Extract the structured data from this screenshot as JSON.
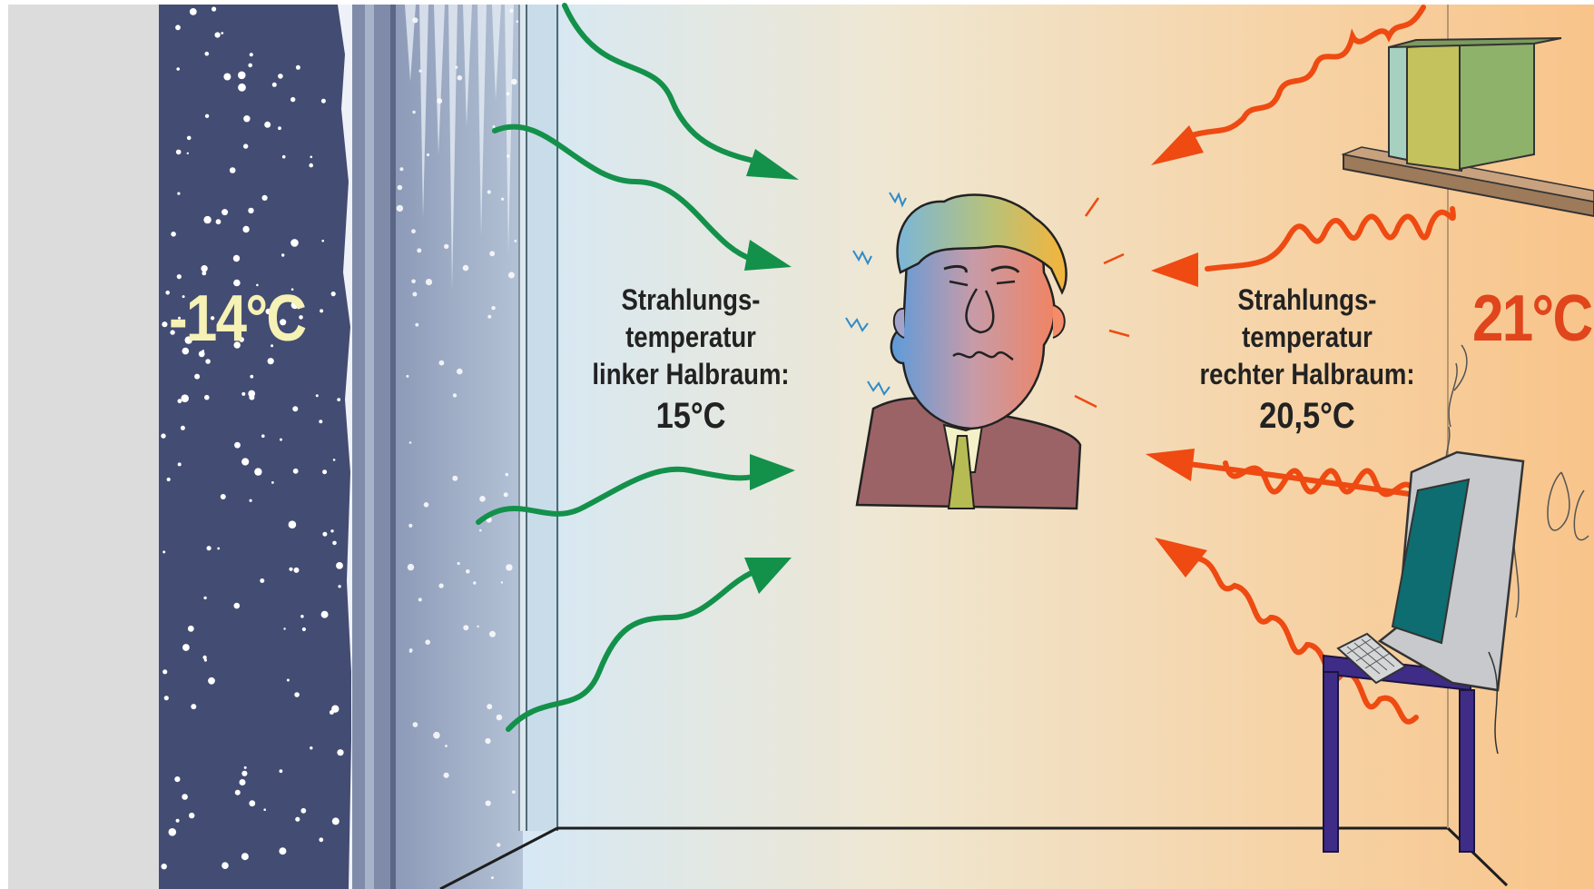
{
  "outside": {
    "temperature": "-14°C"
  },
  "inside": {
    "temperature": "21°C"
  },
  "left_label": {
    "line1": "Strahlungs-",
    "line2": "temperatur",
    "line3": "linker Halbraum:",
    "value": "15°C"
  },
  "right_label": {
    "line1": "Strahlungs-",
    "line2": "temperatur",
    "line3": "rechter Halbraum:",
    "value": "20,5°C"
  },
  "colors": {
    "night_sky": "#434C72",
    "window_glass": "#9DAAC3",
    "cold_arrow": "#13914A",
    "warm_arrow": "#EE4A12",
    "outside_text": "#F6F1B4",
    "inside_text": "#E0451C",
    "wall_cold": "#D5E8F6",
    "wall_warm": "#F8C68E"
  },
  "icons": [
    "snowflake-icon",
    "person-icon",
    "shelf-icon",
    "book-icon",
    "monitor-icon",
    "keyboard-icon",
    "table-icon",
    "plant-icon"
  ]
}
